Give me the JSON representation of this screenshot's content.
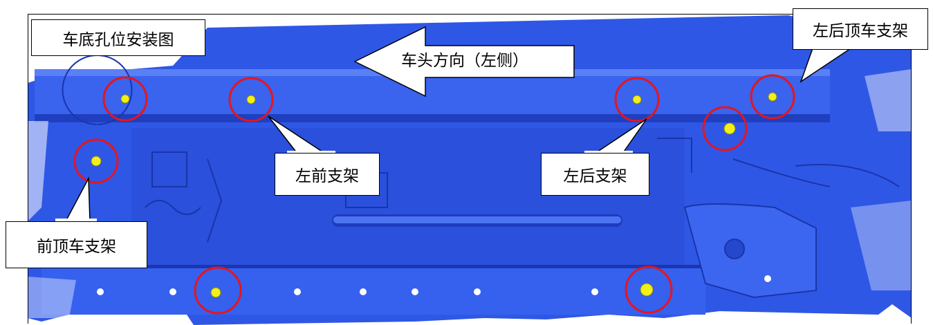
{
  "figure": {
    "title": "车底孔位安装图",
    "direction_label": "车头方向（左侧）",
    "callouts": {
      "rear_left_top": "左后顶车支架",
      "front_left": "左前支架",
      "rear_left": "左后支架",
      "front_top": "前顶车支架"
    },
    "colors": {
      "scan_blue": "#2f57e6",
      "highlight_circle": "#e8141c",
      "mount_hole": "#f2ef1a"
    },
    "mount_points_highlighted": 8
  }
}
